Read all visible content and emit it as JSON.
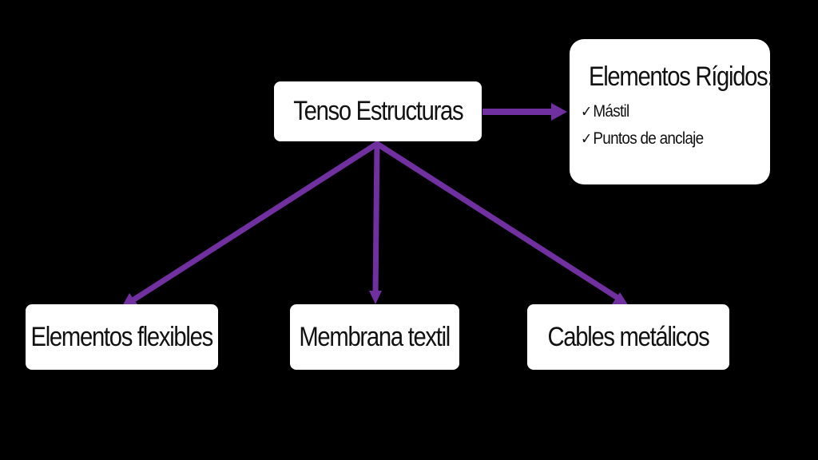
{
  "diagram": {
    "root": {
      "label": "Tenso Estructuras"
    },
    "rigid": {
      "title": "Elementos Rígidos:",
      "items": [
        {
          "check": "✓",
          "label": "Mástil"
        },
        {
          "check": "✓",
          "label": "Puntos de anclaje"
        }
      ]
    },
    "children": [
      {
        "label": "Elementos flexibles"
      },
      {
        "label": "Membrana textil"
      },
      {
        "label": "Cables metálicos"
      }
    ]
  },
  "colors": {
    "background": "#000000",
    "box": "#ffffff",
    "arrow": "#7030a0",
    "text": "#111111"
  }
}
